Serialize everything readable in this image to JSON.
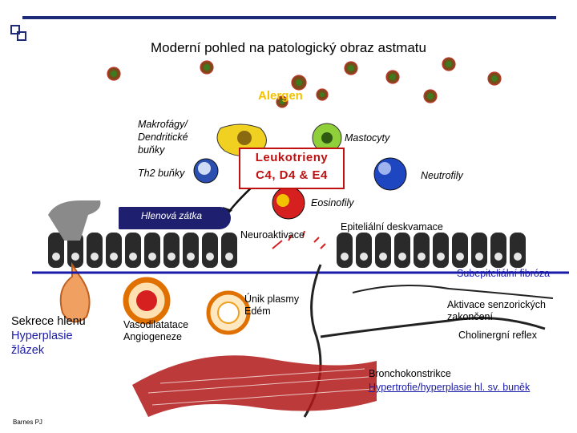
{
  "title": "Moderní pohled na patologický obraz astmatu",
  "allergen": "Alergen",
  "cells": {
    "macrophages": [
      "Makrofágy/",
      "Dendritické",
      "buňky"
    ],
    "mast_cells": "Mastocyty",
    "th2": "Th2 buňky",
    "neutrophils": "Neutrofily",
    "eosinophils": "Eosinofily"
  },
  "leukotrienes": {
    "line1": "Leukotrieny",
    "line2": "C4, D4 & E4"
  },
  "mucus_plug": "Hlenová zátka",
  "neuroactivation": "Neuroaktivace",
  "epithelial_shedding": "Epiteliální deskvamace",
  "subepithelial_fibrosis": "Subepiteliální fibróza",
  "plasma_leak": [
    "Únik plasmy",
    "Edém"
  ],
  "sensory_activation": [
    "Aktivace senzorických",
    "zakončení"
  ],
  "cholinergic_reflex": "Cholinergní reflex",
  "vasodilatation": [
    "Vasodilatatace",
    "Angiogeneze"
  ],
  "mucus_hypersecretion": [
    "Sekrece hlenu",
    "Hyperplasie",
    "žlázek"
  ],
  "bronchoconstriction": {
    "line1": "Bronchokonstrikce",
    "line2": "Hypertrofie/hyperplasie hl. sv. buněk"
  },
  "credit": "Barnes PJ",
  "colors": {
    "accent_blue": "#1a1aa8",
    "leukotriene_red": "#c01010",
    "allergen_yellow": "#f2c200",
    "mucus_navy": "#1e1f6e"
  }
}
